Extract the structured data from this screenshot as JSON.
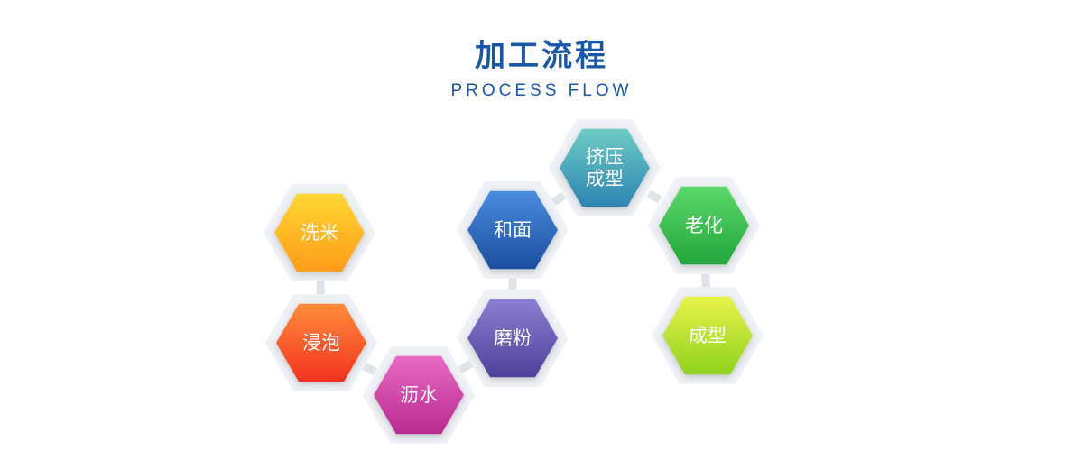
{
  "header": {
    "title": "加工流程",
    "subtitle": "PROCESS FLOW"
  },
  "steps": [
    {
      "id": "wash-rice",
      "lines": [
        "洗米"
      ],
      "colors": [
        "#ffd633",
        "#ff9c1a"
      ]
    },
    {
      "id": "soak",
      "lines": [
        "浸泡"
      ],
      "colors": [
        "#ff8c3a",
        "#f2321f"
      ]
    },
    {
      "id": "drain",
      "lines": [
        "沥水"
      ],
      "colors": [
        "#e86ac4",
        "#b82a8e"
      ]
    },
    {
      "id": "mill",
      "lines": [
        "磨粉"
      ],
      "colors": [
        "#8c7ed2",
        "#4f3f9a"
      ]
    },
    {
      "id": "knead",
      "lines": [
        "和面"
      ],
      "colors": [
        "#4a8cde",
        "#1c4ea0"
      ]
    },
    {
      "id": "extrude-form",
      "lines": [
        "挤压",
        "成型"
      ],
      "colors": [
        "#6fccc4",
        "#2c84b2"
      ]
    },
    {
      "id": "aging",
      "lines": [
        "老化"
      ],
      "colors": [
        "#5cd86a",
        "#22a63c"
      ]
    },
    {
      "id": "forming",
      "lines": [
        "成型"
      ],
      "colors": [
        "#e8f24a",
        "#8fd21e"
      ]
    }
  ],
  "colors": {
    "title": "#1a56a8",
    "connector": "#dfe3e8",
    "halo": "#eef1f5"
  }
}
